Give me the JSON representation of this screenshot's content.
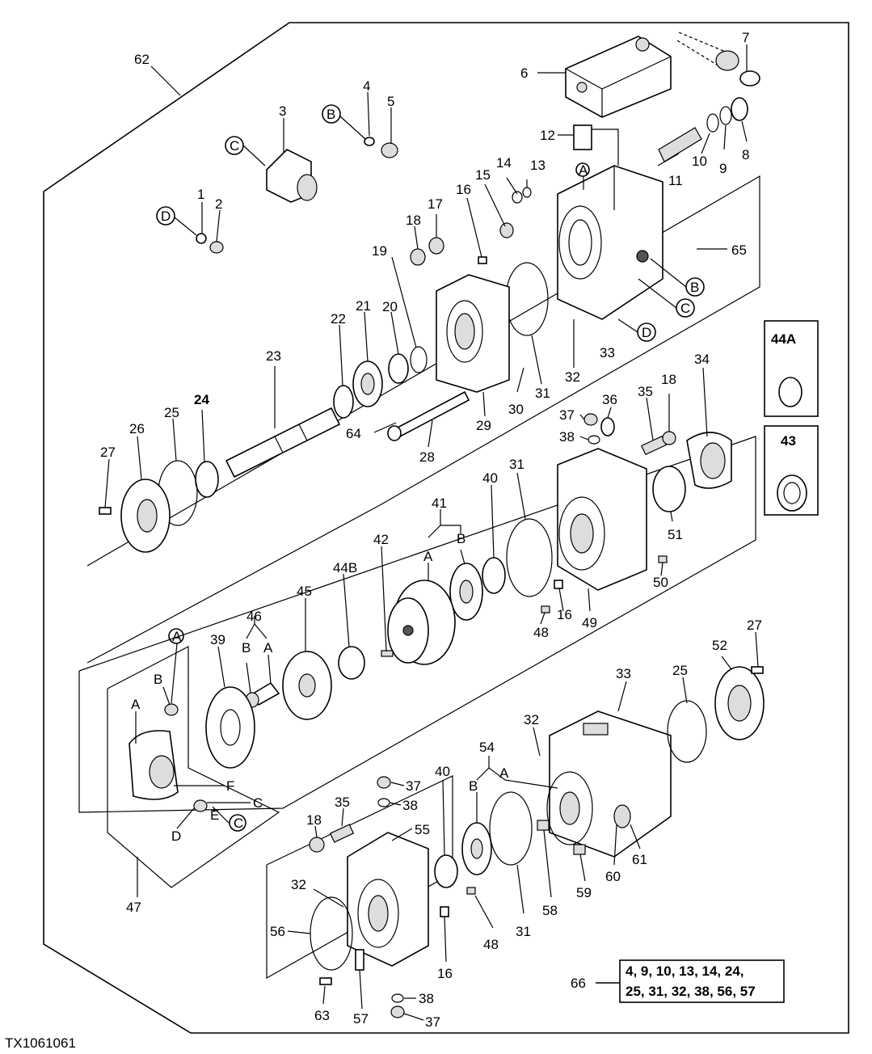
{
  "figure_id": "TX1061061",
  "kit": {
    "label": "66",
    "lines": [
      "4, 9, 10, 13, 14, 24,",
      "25, 31, 32, 38, 56, 57"
    ]
  },
  "boxed_parts": [
    {
      "label": "44A"
    },
    {
      "label": "43"
    }
  ],
  "labels": {
    "p62": "62",
    "p7": "7",
    "p6": "6",
    "p4": "4",
    "p5": "5",
    "p3": "3",
    "p12": "12",
    "pB1": "B",
    "pC1": "C",
    "p15": "15",
    "p14": "14",
    "p13": "13",
    "p16a": "16",
    "p17": "17",
    "p18a": "18",
    "p1": "1",
    "p2": "2",
    "pD1": "D",
    "p10": "10",
    "p9": "9",
    "p8": "8",
    "p11": "11",
    "p65": "65",
    "pB2": "B",
    "pC2": "C",
    "pD2": "D",
    "pA1": "A",
    "p19": "19",
    "p20": "20",
    "p21": "21",
    "p22": "22",
    "p23": "23",
    "p33a": "33",
    "p32a": "32",
    "p31a": "31",
    "p30": "30",
    "p29": "29",
    "p64": "64",
    "p28": "28",
    "p24": "24",
    "p25a": "25",
    "p26": "26",
    "p27a": "27",
    "p34": "34",
    "p18b": "18",
    "p35a": "35",
    "p36": "36",
    "p37a": "37",
    "p38a": "38",
    "p31b": "31",
    "p40a": "40",
    "p41": "41",
    "pA2": "A",
    "pB3": "B",
    "p42": "42",
    "p44B": "44B",
    "p45": "45",
    "p46": "46",
    "pB4": "B",
    "pA3": "A",
    "p39": "39",
    "p51": "51",
    "p50": "50",
    "p16b": "16",
    "p49": "49",
    "p48a": "48",
    "pA4": "A",
    "pB5": "B",
    "pA5": "A",
    "pF": "F",
    "pC3": "C",
    "pC4": "C",
    "pE": "E",
    "pD3": "D",
    "p47": "47",
    "p27b": "27",
    "p52": "52",
    "p33b": "33",
    "p25b": "25",
    "p32b": "32",
    "p54": "54",
    "pB6": "B",
    "pA6": "A",
    "p40b": "40",
    "p37b": "37",
    "p38b": "38",
    "p35b": "35",
    "p18c": "18",
    "p55": "55",
    "p32c": "32",
    "p56": "56",
    "p16c": "16",
    "p48b": "48",
    "p31c": "31",
    "p58": "58",
    "p59": "59",
    "p60": "60",
    "p61": "61",
    "p63": "63",
    "p57": "57",
    "p38c": "38",
    "p37c": "37"
  }
}
